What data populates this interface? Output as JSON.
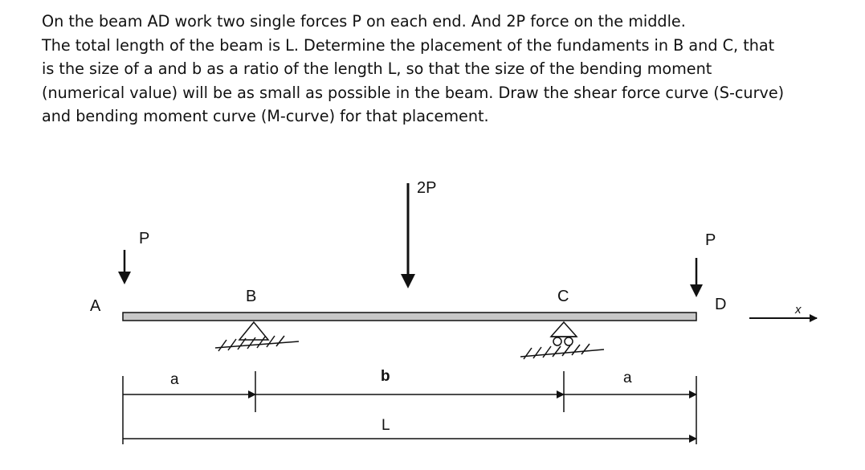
{
  "problem": {
    "lines": [
      "On the beam AD work two single forces P on each end. And 2P force on the middle.",
      "The total length of the beam is L. Determine the placement of the fundaments in B and C, that",
      "is the size of a and b as a ratio of the length L, so that the size of the bending moment",
      "(numerical value) will be as small as possible in the beam. Draw the shear force curve (S-curve)",
      "and bending moment curve (M-curve) for that placement."
    ]
  },
  "figure": {
    "points": {
      "a_end": "A",
      "b_support": "B",
      "c_support": "C",
      "d_end": "D"
    },
    "forces": {
      "left": "P",
      "middle": "2P",
      "right": "P"
    },
    "dimensions": {
      "left": "a",
      "middle": "b",
      "right": "a",
      "total": "L"
    },
    "axis": "x",
    "colors": {
      "beam_fill": "#c8c8c8",
      "ink": "#111111"
    }
  }
}
